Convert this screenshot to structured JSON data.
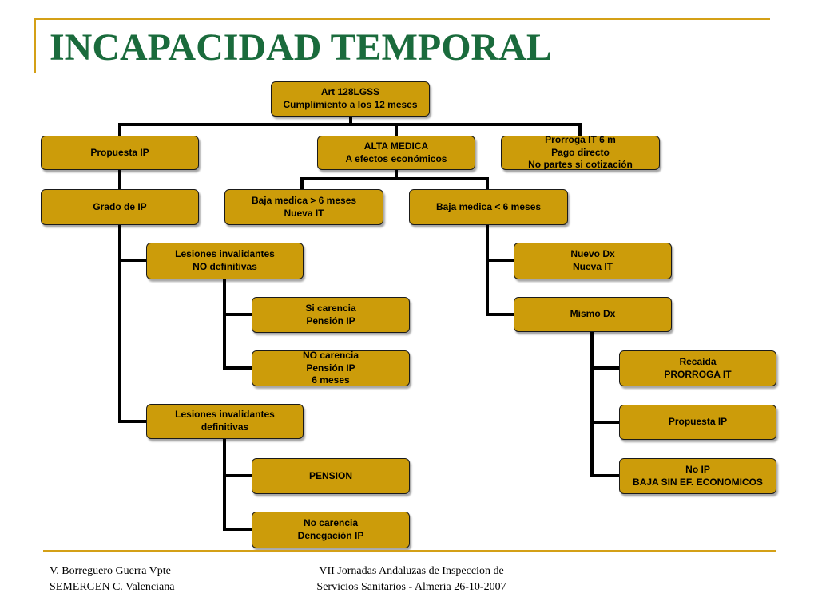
{
  "slide": {
    "title": "INCAPACIDAD TEMPORAL",
    "footer_left": "V. Borreguero Guerra Vpte\nSEMERGEN C. Valenciana",
    "footer_center": "VII  Jornadas Andaluzas de Inspeccion de\nServicios Sanitarios - Almeria 26-10-2007"
  },
  "diagram": {
    "root": "Art 128LGSS\nCumplimiento a los 12 meses",
    "propuesta_ip": "Propuesta IP",
    "alta_medica": "ALTA MEDICA\nA efectos económicos",
    "prorroga": "Prorroga IT 6 m\nPago directo\nNo partes si cotización",
    "grado_ip": "Grado de IP",
    "baja_mayor": "Baja medica > 6 meses\nNueva IT",
    "baja_menor": "Baja medica < 6 meses",
    "lesiones_no_def": "Lesiones invalidantes\nNO definitivas",
    "si_carencia": "Si carencia\nPensión IP",
    "no_carencia_pension": "NO carencia\nPensión IP\n6 meses",
    "lesiones_def": "Lesiones invalidantes\ndefinitivas",
    "pension": "PENSION",
    "no_carencia_deneg": "No carencia\nDenegación IP",
    "nuevo_dx": "Nuevo Dx\nNueva IT",
    "mismo_dx": "Mismo Dx",
    "recaida": "Recaída\nPRORROGA IT",
    "propuesta_ip_2": "Propuesta IP",
    "no_ip": "No IP\nBAJA SIN EF. ECONOMICOS"
  },
  "colors": {
    "node_fill": "#cc9c0a",
    "title_green": "#1a6b3c",
    "accent_gold": "#d4a017",
    "connector": "#000000"
  }
}
